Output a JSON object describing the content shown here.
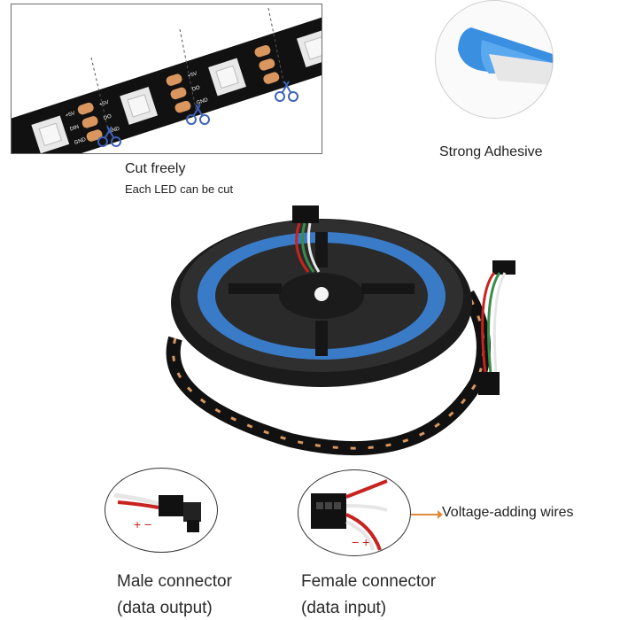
{
  "captions": {
    "cut_title": "Cut freely",
    "cut_subtitle": "Each  LED can be cut",
    "adhesive": "Strong Adhesive",
    "voltage": "Voltage-adding wires",
    "male_line1": "Male connector",
    "male_line2": "(data output)",
    "female_line1": "Female connector",
    "female_line2": "(data input)"
  },
  "pcb_labels": {
    "pin_5v": "+5V",
    "pin_din": "DIN",
    "pin_do": "DO",
    "pin_gnd": "GND"
  },
  "polarity": {
    "male": "+ −",
    "female": "− +"
  },
  "colors": {
    "pcb": "#111111",
    "pad": "#d9965e",
    "scissors": "#3d62b8",
    "adhesive_blue": "#3a8fe0",
    "wire_red": "#c8231f",
    "wire_green": "#3b8c4a",
    "wire_white": "#e6e6e6",
    "arrow_orange": "#e08a3c"
  }
}
